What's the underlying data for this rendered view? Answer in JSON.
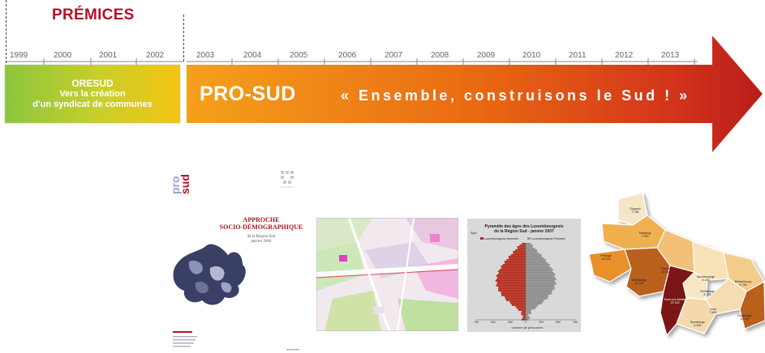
{
  "header": {
    "title": "PRÉMICES"
  },
  "timeline": {
    "years_left": [
      "1999",
      "2000",
      "2001",
      "2002"
    ],
    "years_right": [
      "2003",
      "2004",
      "2005",
      "2006",
      "2007",
      "2008",
      "2009",
      "2010",
      "2011",
      "2012",
      "2013"
    ],
    "oresud": {
      "title": "ORESUD",
      "line1": "Vers la création",
      "line2": "d'un syndicat de communes"
    },
    "prosud": {
      "label": "PRO-SUD",
      "slogan": "« Ensemble,  construisons le Sud ! »"
    },
    "colors": {
      "green": "#8cc63f",
      "yellow": "#f0c419",
      "orange": "#f39c12",
      "red": "#c0241a",
      "accent": "#b3122a"
    }
  },
  "document": {
    "logo_top": "pro",
    "logo_bottom": "sud",
    "title_line1": "APPROCHE",
    "title_line2": "SOCIO-DÉMOGRAPHIQUE",
    "subtitle_line1": "de la Région Sud",
    "subtitle_line2": "janvier 2004"
  },
  "pyramid": {
    "title_line1": "Pyramide des âges des Luxembourgeois",
    "title_line2": "de la Région Sud - janvier 2007",
    "legend_men": "Luxembourgeois Hommes",
    "legend_women": "Luxembourgeois Femmes",
    "y_label": "Âges",
    "x_label": "nombre de personnes",
    "x_ticks": [
      "750",
      "500",
      "250",
      "0",
      "250",
      "500",
      "750"
    ]
  },
  "map": {
    "labels": [
      {
        "name": "Dippach",
        "value": "3 786"
      },
      {
        "name": "Käerjeng",
        "value": "7 876"
      },
      {
        "name": "Pétange",
        "value": "15 224"
      },
      {
        "name": "Sanem",
        "value": "13 941"
      },
      {
        "name": "Differdange",
        "value": "19 234"
      },
      {
        "name": "Mondercange",
        "value": "6 196"
      },
      {
        "name": "Bettembourg",
        "value": "8 726"
      },
      {
        "name": "Schifflange",
        "value": "8 176"
      },
      {
        "name": "Esch-sur-Alzette",
        "value": "29 153"
      },
      {
        "name": "Kayl",
        "value": "7 882"
      },
      {
        "name": "Dudelange",
        "value": "18 242"
      },
      {
        "name": "Rumelange",
        "value": "4 806"
      }
    ]
  }
}
